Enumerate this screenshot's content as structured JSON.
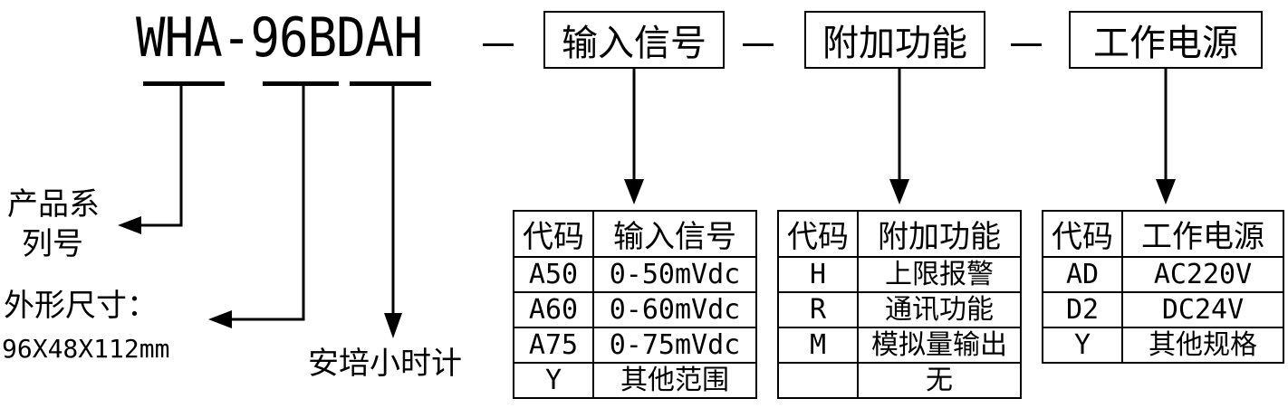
{
  "model_code": "WHA-96BDAH",
  "connector": "—",
  "header_boxes": {
    "input": "输入信号",
    "function": "附加功能",
    "power": "工作电源"
  },
  "labels": {
    "series_line1": "产品系",
    "series_line2": "列号",
    "size_title": "外形尺寸：",
    "size_value": "96X48X112mm",
    "counter": "安培小时计"
  },
  "tables": {
    "input": {
      "headers": [
        "代码",
        "输入信号"
      ],
      "rows": [
        [
          "A50",
          "0-50mVdc"
        ],
        [
          "A60",
          "0-60mVdc"
        ],
        [
          "A75",
          "0-75mVdc"
        ],
        [
          "Y",
          "其他范围"
        ]
      ]
    },
    "function": {
      "headers": [
        "代码",
        "附加功能"
      ],
      "rows": [
        [
          "H",
          "上限报警"
        ],
        [
          "R",
          "通讯功能"
        ],
        [
          "M",
          "模拟量输出"
        ],
        [
          "",
          "无"
        ]
      ]
    },
    "power": {
      "headers": [
        "代码",
        "工作电源"
      ],
      "rows": [
        [
          "AD",
          "AC220V"
        ],
        [
          "D2",
          "DC24V"
        ],
        [
          "Y",
          "其他规格"
        ]
      ]
    }
  }
}
